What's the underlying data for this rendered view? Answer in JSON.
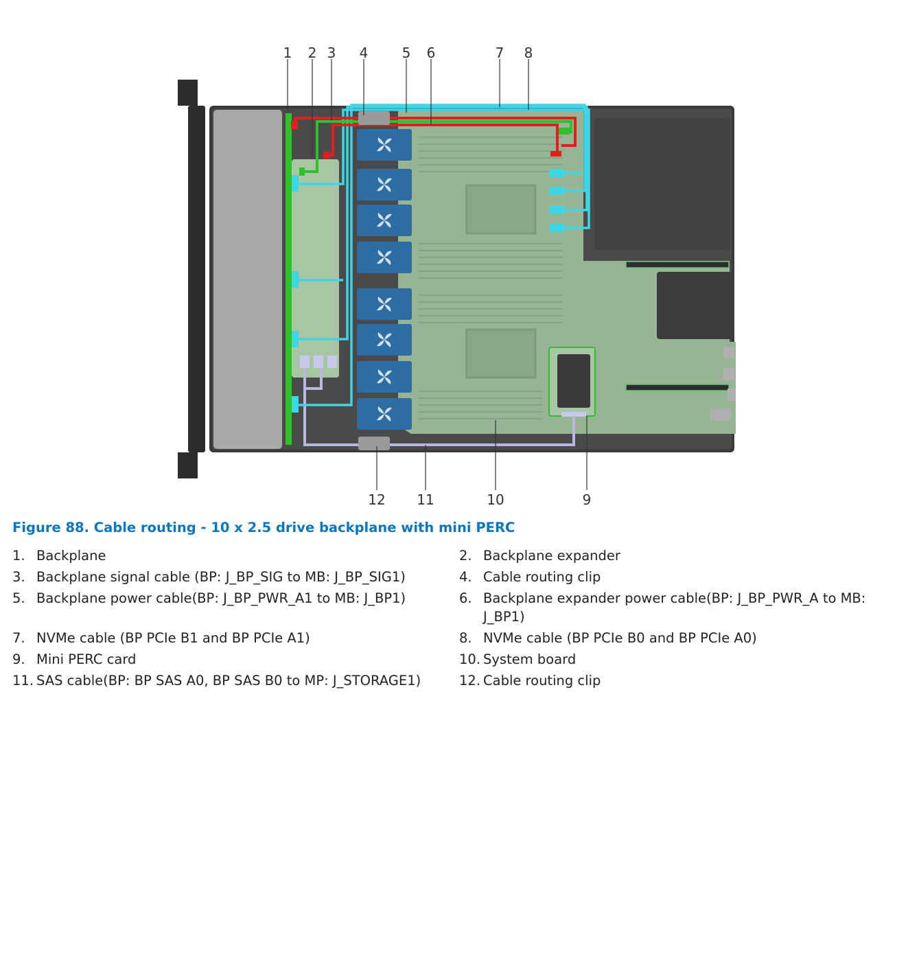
{
  "figure": {
    "callouts_top": [
      "1",
      "2",
      "3",
      "4",
      "5",
      "6",
      "7",
      "8"
    ],
    "callouts_bottom": [
      "12",
      "11",
      "10",
      "9"
    ],
    "colors": {
      "chassis": "#3a3a3a",
      "board": "#97b494",
      "drive_bay": "#a8a8a8",
      "backplane_expander": "#a9c6a4",
      "fan": "#2e6da4",
      "power_cable": "#e0201e",
      "signal_cable": "#2fc02a",
      "nvme_cable": "#3cd6e6",
      "sas_cable": "#b8b8e0",
      "psu": "#424242"
    },
    "icons": [
      "fan-icon",
      "cable-routing-clip-icon"
    ]
  },
  "caption": "Figure 88. Cable routing - 10 x 2.5 drive backplane with mini PERC",
  "legend": [
    {
      "num": "1.",
      "text": "Backplane"
    },
    {
      "num": "2.",
      "text": "Backplane expander"
    },
    {
      "num": "3.",
      "text": "Backplane signal cable (BP: J_BP_SIG to MB: J_BP_SIG1)"
    },
    {
      "num": "4.",
      "text": "Cable routing clip"
    },
    {
      "num": "5.",
      "text": "Backplane power cable(BP: J_BP_PWR_A1 to MB: J_BP1)"
    },
    {
      "num": "6.",
      "text": "Backplane expander power cable(BP: J_BP_PWR_A to MB: J_BP1)"
    },
    {
      "num": "7.",
      "text": "NVMe cable (BP PCIe B1 and BP PCIe A1)"
    },
    {
      "num": "8.",
      "text": "NVMe cable (BP PCIe B0 and BP PCIe A0)"
    },
    {
      "num": "9.",
      "text": "Mini PERC card"
    },
    {
      "num": "10.",
      "text": "System board"
    },
    {
      "num": "11.",
      "text": "SAS cable(BP: BP SAS A0, BP SAS B0 to MP: J_STORAGE1)"
    },
    {
      "num": "12.",
      "text": "Cable routing clip"
    }
  ]
}
